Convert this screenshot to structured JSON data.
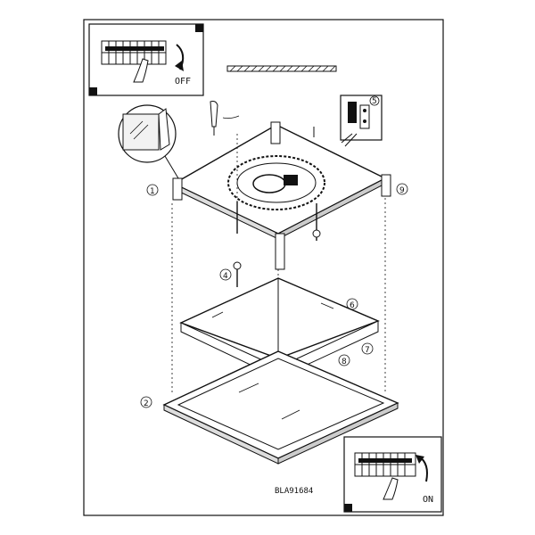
{
  "switch_off_label": "OFF",
  "switch_on_label": "ON",
  "document_code": "BLA91684",
  "step_numbers": [
    "1",
    "2",
    "4",
    "5",
    "6",
    "7",
    "8",
    "9"
  ],
  "colors": {
    "line": "#111111",
    "paper": "#ffffff",
    "glass": "#eeeeee"
  }
}
